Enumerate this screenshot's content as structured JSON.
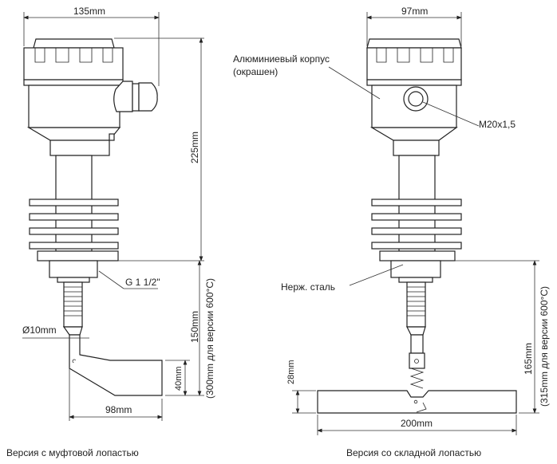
{
  "left_view": {
    "caption": "Версия с муфтовой лопастью",
    "width_dim": "135mm",
    "height_dim": "225mm",
    "thread_label": "G  1 1/2\"",
    "shaft_diameter": "Ø10mm",
    "probe_length": "150mm",
    "probe_length_hot": "(300mm для версии 600°C)",
    "paddle_height": "40mm",
    "paddle_width": "98mm"
  },
  "right_view": {
    "caption": "Версия со складной лопастью",
    "width_dim": "97mm",
    "housing_label_1": "Алюминиевый корпус",
    "housing_label_2": "(окрашен)",
    "gland_label": "M20x1,5",
    "material_label": "Нерж. сталь",
    "probe_length": "165mm",
    "probe_length_hot": "(315mm для версии 600°C)",
    "blade_height": "28mm",
    "blade_width": "200mm"
  }
}
